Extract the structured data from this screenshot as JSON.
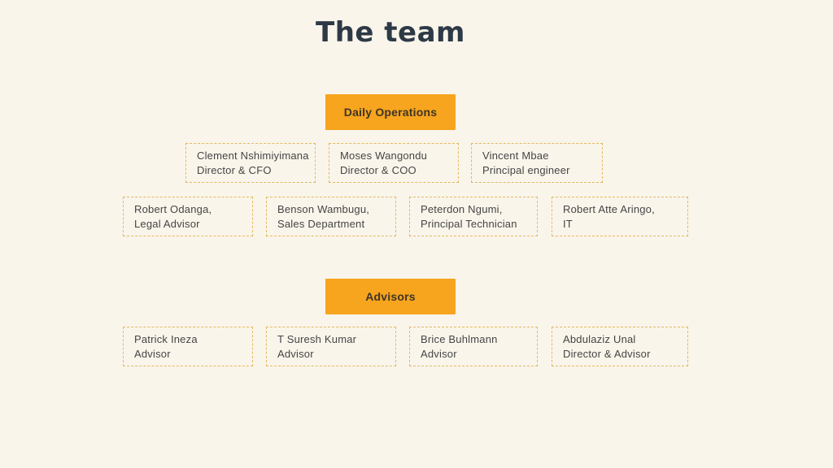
{
  "slide": {
    "title": "The team"
  },
  "colors": {
    "background": "#FAF5EB",
    "accent": "#F7A41E",
    "dashed_border": "#E2B95B",
    "title_text": "#2D3A46",
    "header_text": "#3E3525",
    "body_text": "#454545"
  },
  "org_chart": {
    "sections": [
      {
        "header": "Daily Operations",
        "rows": [
          [
            {
              "name": "Clement Nshimiyimana",
              "role": "Director & CFO"
            },
            {
              "name": "Moses Wangondu",
              "role": "Director & COO"
            },
            {
              "name": "Vincent Mbae",
              "role": "Principal engineer"
            }
          ],
          [
            {
              "name": "Robert Odanga,",
              "role": "Legal Advisor"
            },
            {
              "name": "Benson Wambugu,",
              "role": "Sales Department"
            },
            {
              "name": "Peterdon Ngumi,",
              "role": "Principal Technician"
            },
            {
              "name": "Robert Atte Aringo,",
              "role": "IT"
            }
          ]
        ]
      },
      {
        "header": "Advisors",
        "rows": [
          [
            {
              "name": "Patrick Ineza",
              "role": "Advisor"
            },
            {
              "name": "T Suresh Kumar",
              "role": "Advisor"
            },
            {
              "name": "Brice Buhlmann",
              "role": "Advisor"
            },
            {
              "name": "Abdulaziz Unal",
              "role": "Director & Advisor"
            }
          ]
        ]
      }
    ]
  }
}
